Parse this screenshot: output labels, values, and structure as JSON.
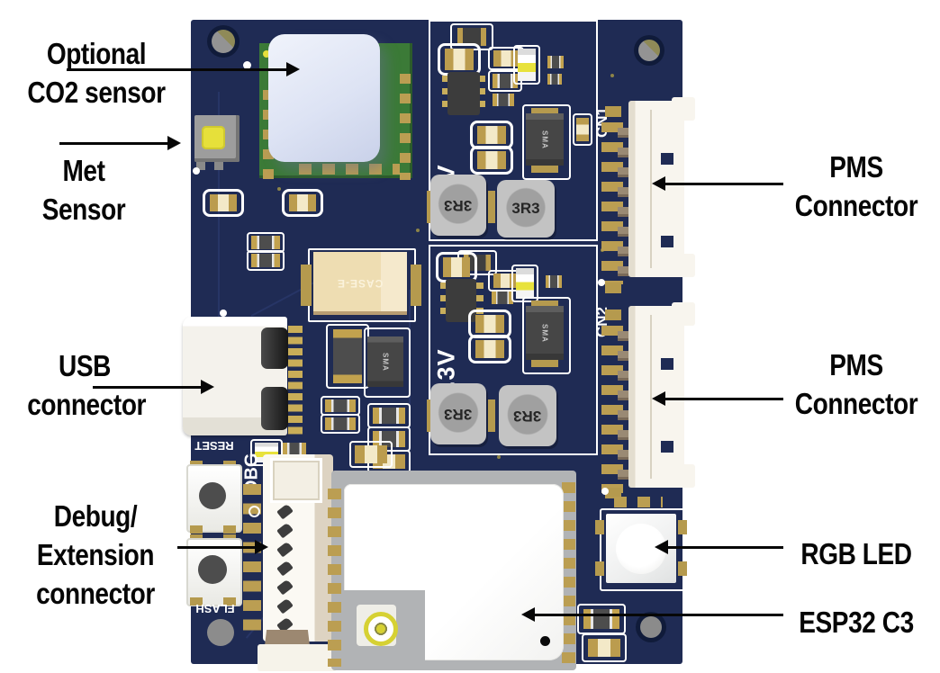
{
  "annotations": {
    "co2": {
      "line1": "Optional",
      "line2": "CO2 sensor"
    },
    "met": {
      "line1": "Met",
      "line2": "Sensor"
    },
    "usb": {
      "line1": "USB",
      "line2": "connector"
    },
    "debug": {
      "line1": "Debug/",
      "line2": "Extension",
      "line3": "connector"
    },
    "pms1": {
      "line1": "PMS",
      "line2": "Connector"
    },
    "pms2": {
      "line1": "PMS",
      "line2": "Connector"
    },
    "rgb": {
      "line1": "RGB LED"
    },
    "esp32": {
      "line1": "ESP32 C3"
    }
  },
  "board": {
    "silkscreen": {
      "rail_5v": "5.0V",
      "rail_3v3": "3.3V",
      "cn1": "CN1",
      "cn2": "CN2",
      "dbg": "DBG",
      "reset": "RESET",
      "flash": "FLASH"
    },
    "parts": {
      "inductor": "3R3",
      "supercap": "CASE-E",
      "diode": "SMA"
    },
    "colors": {
      "pcb": "#1f2b54",
      "silkscreen": "#ffffff",
      "pad_gold": "#bb9e52",
      "co2_pcb_green": "#3b7a37",
      "annotation_text": "#000000"
    }
  }
}
